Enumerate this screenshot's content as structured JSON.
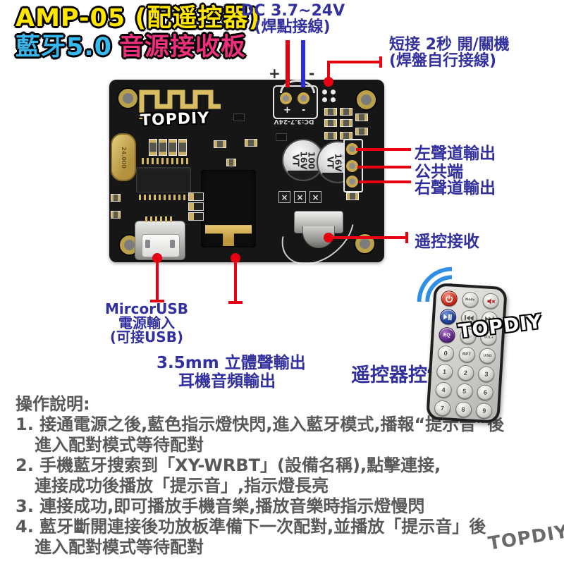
{
  "title": {
    "line1": "AMP-05 (配遥控器)",
    "line2_blue": "藍牙5.0",
    "line2_pink": "音源接收板"
  },
  "annotations": {
    "dc_power": {
      "line1": "DC 3.7~24V",
      "line2": "(焊點接線)",
      "plus": "+",
      "minus": "-"
    },
    "power_key": {
      "line1": "短接 2秒 開/關機",
      "line2": "(焊盤自行接線)"
    },
    "left_channel": "左聲道輸出",
    "common": "公共端",
    "right_channel": "右聲道輸出",
    "ir_receive": "遥控接收",
    "usb_power": {
      "line1": "MircorUSB",
      "line2": "電源輸入",
      "line3": "(可接USB)"
    },
    "audio_jack": {
      "line1": "3.5mm 立體聲輸出",
      "line2": "耳機音頻輸出"
    },
    "remote_control": "遥控器控制"
  },
  "pcb": {
    "watermark": "TOPDIY",
    "crystal": "24.000",
    "dc_print": "DC:3.7-24V",
    "terminal_plus": "+",
    "terminal_minus": "-",
    "cap_lines": [
      "100",
      "16V",
      "VT"
    ]
  },
  "remote": {
    "watermark": "TOPDIY",
    "labels": {
      "mode": "Mode",
      "eq": "EQ",
      "vol_minus": "VOL-",
      "vol_plus": "VOL+",
      "zero": "0",
      "rpt": "RPT",
      "usd": "U/SD"
    },
    "digits": [
      "1",
      "2",
      "3",
      "4",
      "5",
      "6",
      "7",
      "8",
      "9"
    ]
  },
  "instructions": {
    "heading": "操作說明:",
    "lines": [
      "1. 接通電源之後,藍色指示燈快閃,進入藍牙模式,播報“提示音”後",
      "進入配對模式等待配對",
      "2. 手機藍牙搜索到「XY-WRBT」(設備名稱),點擊連接,",
      "連接成功後播放「提示音」,指示燈長亮",
      "3. 連接成功,即可播放手機音樂,播放音樂時指示燈慢閃",
      "4. 藍牙斷開連接後功放板準備下一次配對,並播放「提示音」後",
      "進入配對模式等待配對"
    ]
  },
  "watermark_br": "TOPDIY",
  "colors": {
    "red_line": "#e60012",
    "blue_line": "#2a2ae0",
    "label_navy": "#32309f",
    "title_yellow": "#ffe500",
    "title_cyan": "#35b9ee",
    "title_pink": "#ee2f7d",
    "text_gray": "#595959"
  }
}
